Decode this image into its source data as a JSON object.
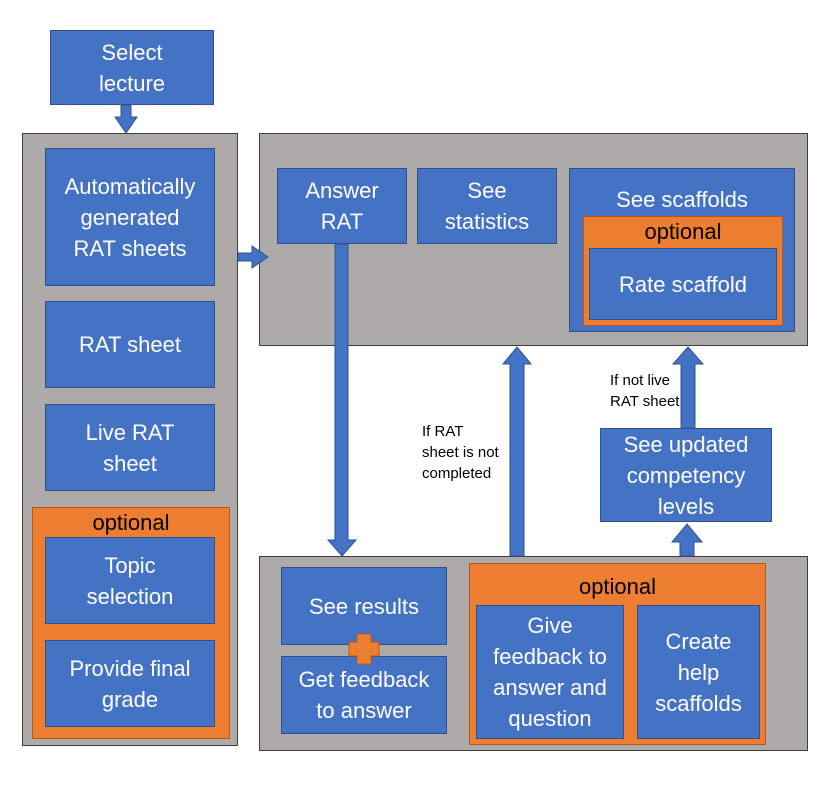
{
  "colors": {
    "box": "#4472c4",
    "panel": "#aeaaaa",
    "optional": "#ed7d31"
  },
  "nodes": {
    "select_lecture": "Select\nlecture",
    "auto_rat": "Automatically\ngenerated\nRAT sheets",
    "rat_sheet": "RAT sheet",
    "live_rat": "Live RAT\nsheet",
    "topic_selection": "Topic\nselection",
    "final_grade": "Provide final\ngrade",
    "answer_rat": "Answer\nRAT",
    "see_statistics": "See\nstatistics",
    "see_scaffolds": "See scaffolds",
    "rate_scaffold": "Rate scaffold",
    "see_updated": "See updated\ncompetency\nlevels",
    "see_results": "See results",
    "get_feedback": "Get feedback\nto answer",
    "give_feedback": "Give\nfeedback to\nanswer and\nquestion",
    "create_help": "Create\nhelp\nscaffolds"
  },
  "optional_label": "optional",
  "notes": {
    "if_not_live": "If not live\nRAT sheet",
    "if_rat_not_completed": "If RAT\nsheet is not\ncompleted"
  }
}
